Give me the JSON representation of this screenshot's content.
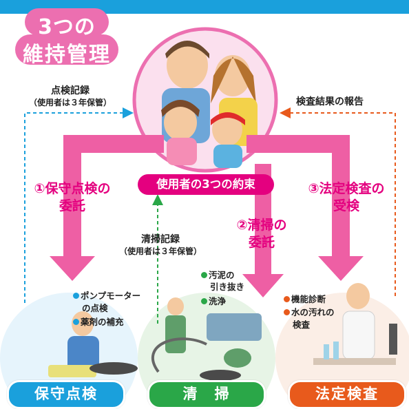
{
  "badge": {
    "line1": "3つの",
    "line2": "維持管理"
  },
  "left_record": {
    "title": "点検記録",
    "sub": "（使用者は３年保管）"
  },
  "right_record": {
    "title": "検査結果の報告"
  },
  "center_record": {
    "title": "清掃記録",
    "sub": "（使用者は３年保管）"
  },
  "promise": "使用者の3つの約束",
  "steps": [
    {
      "line1": "①保守点検の",
      "line2": "委託"
    },
    {
      "line1": "②清掃の",
      "line2": "委託"
    },
    {
      "line1": "③法定検査の",
      "line2": "受検"
    }
  ],
  "maintenance_items": [
    "ポンプモーター",
    "の点検",
    "薬剤の補充"
  ],
  "cleaning_items": [
    "汚泥の",
    "引き抜き",
    "洗浄"
  ],
  "inspection_items": [
    "機能診断",
    "水の汚れの",
    "検査"
  ],
  "labels": {
    "maintenance": "保守点検",
    "cleaning": "清　掃",
    "inspection": "法定検査"
  },
  "colors": {
    "blue": "#1aa0dc",
    "green": "#2aa748",
    "orange": "#e85a1c",
    "pink": "#e4007f",
    "arrow_pink": "#ee5fa4"
  }
}
